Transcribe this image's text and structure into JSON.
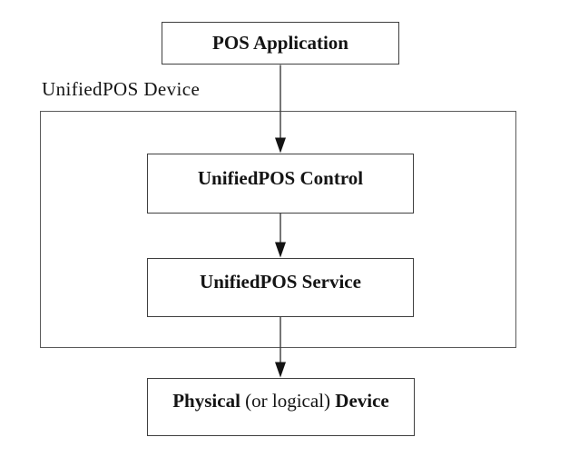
{
  "diagram": {
    "colors": {
      "canvas_bg": "#ffffff",
      "node_bg": "#ffffff",
      "node_border": "#3f3f3f",
      "container_border": "#5a5a5a",
      "arrow_stroke": "#3c3c3c",
      "arrow_head": "#141414",
      "text": "#141414"
    },
    "container": {
      "label": "UnifiedPOS Device"
    },
    "nodes": {
      "pos_application": {
        "label": "POS Application"
      },
      "unifiedpos_control": {
        "label": "UnifiedPOS Control"
      },
      "unifiedpos_service": {
        "label": "UnifiedPOS Service"
      },
      "physical_device": {
        "label_bold_1": "Physical",
        "label_regular": "(or logical)",
        "label_bold_2": "Device"
      }
    },
    "arrows": [
      {
        "from": "pos_application",
        "to": "unifiedpos_control"
      },
      {
        "from": "unifiedpos_control",
        "to": "unifiedpos_service"
      },
      {
        "from": "unifiedpos_service",
        "to": "physical_device"
      }
    ]
  }
}
